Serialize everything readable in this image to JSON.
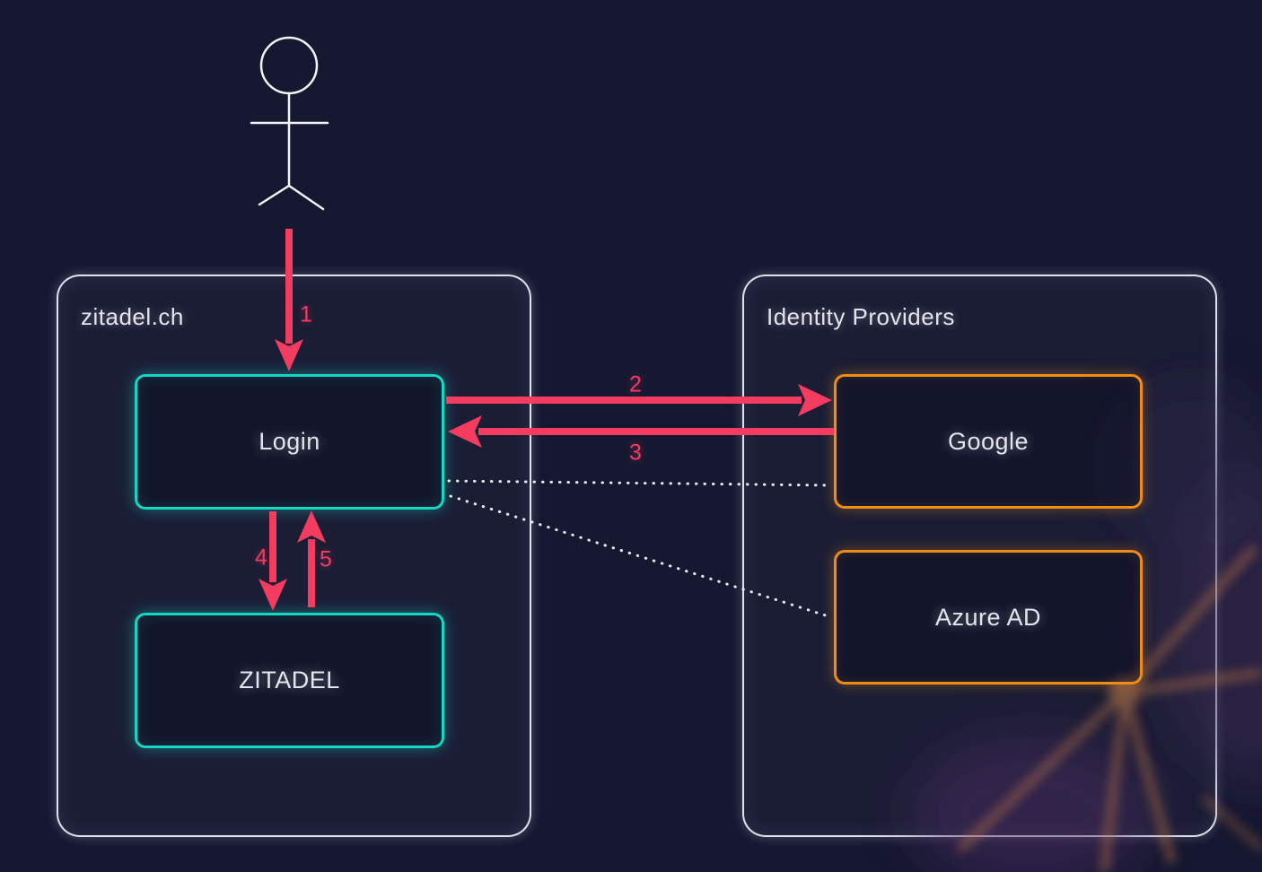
{
  "theme": {
    "bg": "#161831",
    "text": "#e4e5eb",
    "teal": "#16d6c4",
    "orange": "#ee8c15",
    "pink": "#f43b60",
    "line": "#f1f2f7"
  },
  "containers": {
    "zitadel": {
      "label": "zitadel.ch"
    },
    "identity_providers": {
      "label": "Identity Providers"
    }
  },
  "nodes": {
    "login": {
      "label": "Login"
    },
    "zitadel_core": {
      "label": "ZITADEL"
    },
    "google": {
      "label": "Google"
    },
    "azure_ad": {
      "label": "Azure AD"
    }
  },
  "steps": {
    "1": "1",
    "2": "2",
    "3": "3",
    "4": "4",
    "5": "5"
  }
}
